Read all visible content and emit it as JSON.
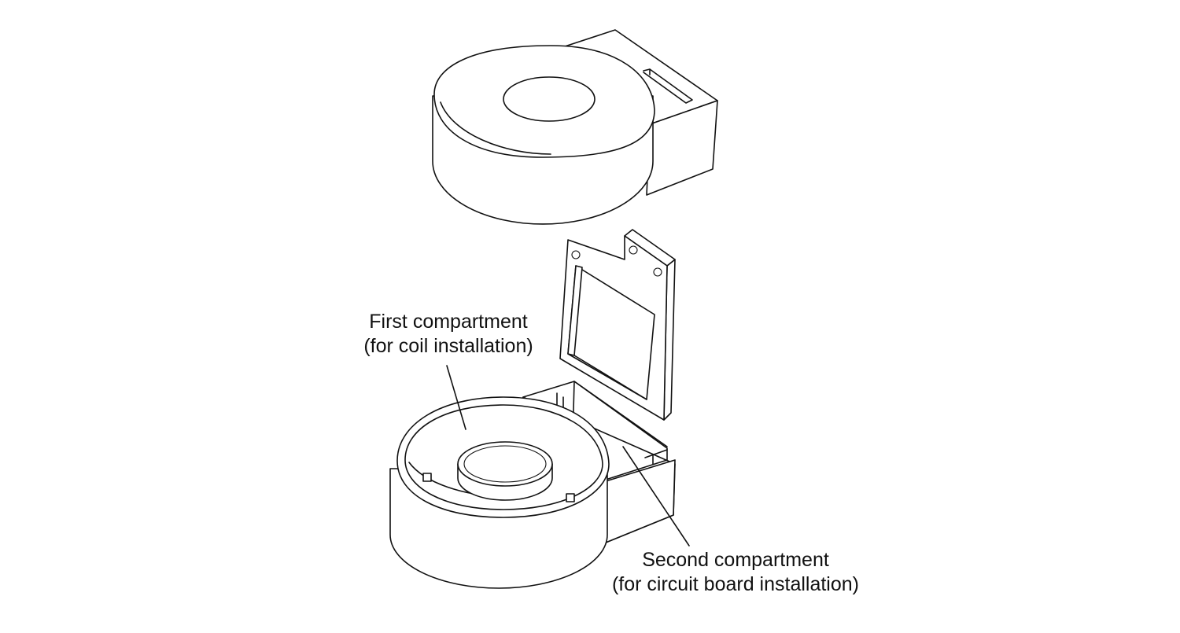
{
  "labels": {
    "first_line1": "First compartment",
    "first_line2": "(for coil installation)",
    "second_line1": "Second compartment",
    "second_line2": "(for circuit board installation)"
  }
}
